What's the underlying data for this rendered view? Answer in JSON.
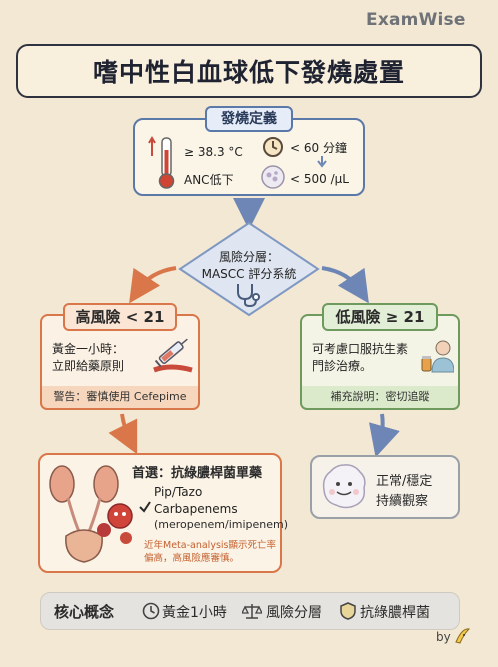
{
  "brand": "ExamWise",
  "title": "嗜中性白血球低下發燒處置",
  "definition": {
    "tag": "發燒定義",
    "temp": "≥ 38.3 °C",
    "duration": "< 60 分鐘",
    "anc": "ANC低下",
    "count": "< 500 /µL"
  },
  "risk": {
    "line1": "風險分層：",
    "line2": "MASCC 評分系統"
  },
  "high_risk": {
    "tag": "高風險 < 21",
    "line1": "黃金一小時：",
    "line2": "立即給藥原則",
    "warning": "警告：審慎使用 Cefepime"
  },
  "low_risk": {
    "tag": "低風險 ≥ 21",
    "line1": "可考慮口服抗生素",
    "line2": "門診治療。",
    "note": "補充說明：密切追蹤"
  },
  "treatment": {
    "heading": "首選：抗綠膿桿菌單藥",
    "drug1": "Pip/Tazo",
    "drug2": "Carbapenems",
    "drug2_detail": "(meropenem/imipenem)",
    "note1": "近年Meta-analysis顯示死亡率",
    "note2": "偏高，高風險應審慎。"
  },
  "observe": {
    "line1": "正常/穩定",
    "line2": "持續觀察"
  },
  "core": {
    "label": "核心概念",
    "item1": "黃金1小時",
    "item2": "風險分層",
    "item3": "抗綠膿桿菌"
  },
  "signature": "by",
  "colors": {
    "high": "#d9774a",
    "low": "#6e9a5e",
    "definition": "#5a78a8",
    "risk_diamond": "#7f98c2"
  }
}
